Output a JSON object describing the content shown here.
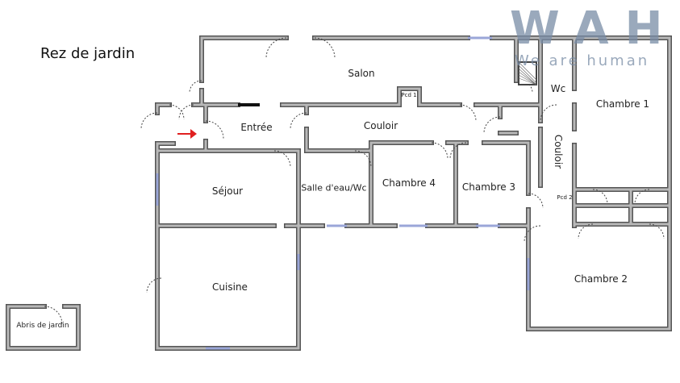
{
  "title": "Rez de jardin",
  "watermark": {
    "logo": "WAH",
    "tagline": "We are human"
  },
  "rooms": {
    "salon": "Salon",
    "wc": "Wc",
    "chambre1": "Chambre 1",
    "pcd1": "Pcd 1",
    "entree": "Entrée",
    "couloir": "Couloir",
    "couloir_vertical": "Couloir",
    "sejour": "Séjour",
    "salle_eau": "Salle d'eau/Wc",
    "chambre4": "Chambre 4",
    "chambre3": "Chambre 3",
    "pcd2": "Pcd 2",
    "chambre2": "Chambre 2",
    "cuisine": "Cuisine",
    "abris": "Abris de jardin"
  },
  "colors": {
    "wall_fill": "#b8b8b8",
    "wall_edge": "#555555",
    "entry_arrow": "#e02020",
    "window": "#9aa6d8"
  }
}
